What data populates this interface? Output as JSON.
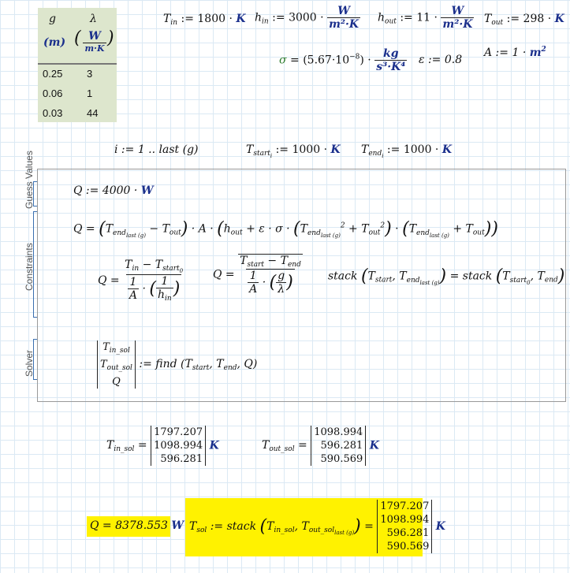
{
  "table": {
    "headers": [
      "g",
      "λ"
    ],
    "units": [
      "(m)",
      "W",
      "m·K"
    ],
    "rows": [
      [
        "0.25",
        "3"
      ],
      [
        "0.06",
        "1"
      ],
      [
        "0.03",
        "44"
      ]
    ]
  },
  "defs": {
    "t_in": {
      "name": "T",
      "sub": "in",
      "value": "1800",
      "unit": "K"
    },
    "h_in": {
      "name": "h",
      "sub": "in",
      "value": "3000",
      "unit_num": "W",
      "unit_den": "m²·K"
    },
    "h_out": {
      "name": "h",
      "sub": "out",
      "value": "11",
      "unit_num": "W",
      "unit_den": "m²·K"
    },
    "t_out": {
      "name": "T",
      "sub": "out",
      "value": "298",
      "unit": "K"
    },
    "sigma": {
      "name": "σ",
      "value": "(5.67·10",
      "exp": "−8",
      "unit_num": "kg",
      "unit_den": "s³·K⁴"
    },
    "eps": {
      "text": "ε := 0.8"
    },
    "area": {
      "text": "A := 1 · ",
      "unit": "m",
      "exp": "2"
    }
  },
  "ranges": {
    "i": "i := 1 .. last (g)",
    "t_start": {
      "name": "T",
      "sub": "start",
      "subsub": "i",
      "value": "1000",
      "unit": "K"
    },
    "t_end": {
      "name": "T",
      "sub": "end",
      "subsub": "i",
      "value": "1000",
      "unit": "K"
    }
  },
  "solve_block": {
    "labels": [
      "Guess Values",
      "Constraints",
      "Solver"
    ],
    "guess": {
      "text": "Q := 4000 · ",
      "unit": "W"
    },
    "find": "= find (T_start, T_end, Q)",
    "find_vars": [
      "T",
      "in_sol",
      "T",
      "out_sol",
      "Q"
    ]
  },
  "results": {
    "t_in_sol": {
      "label": "T",
      "sub": "in_sol",
      "values": [
        "1797.207",
        "1098.994",
        "596.281"
      ],
      "unit": "K"
    },
    "t_out_sol": {
      "label": "T",
      "sub": "out_sol",
      "values": [
        "1098.994",
        "596.281",
        "590.569"
      ],
      "unit": "K"
    },
    "q": {
      "text": "Q = 8378.553 ",
      "unit": "W"
    },
    "t_sol": {
      "label": "T",
      "sub": "sol",
      "values": [
        "1797.207",
        "1098.994",
        "596.281",
        "590.569"
      ],
      "unit": "K"
    }
  },
  "colors": {
    "highlight": "#fff200",
    "table_bg": "#dde6cd",
    "unit": "#1a2f8c"
  }
}
